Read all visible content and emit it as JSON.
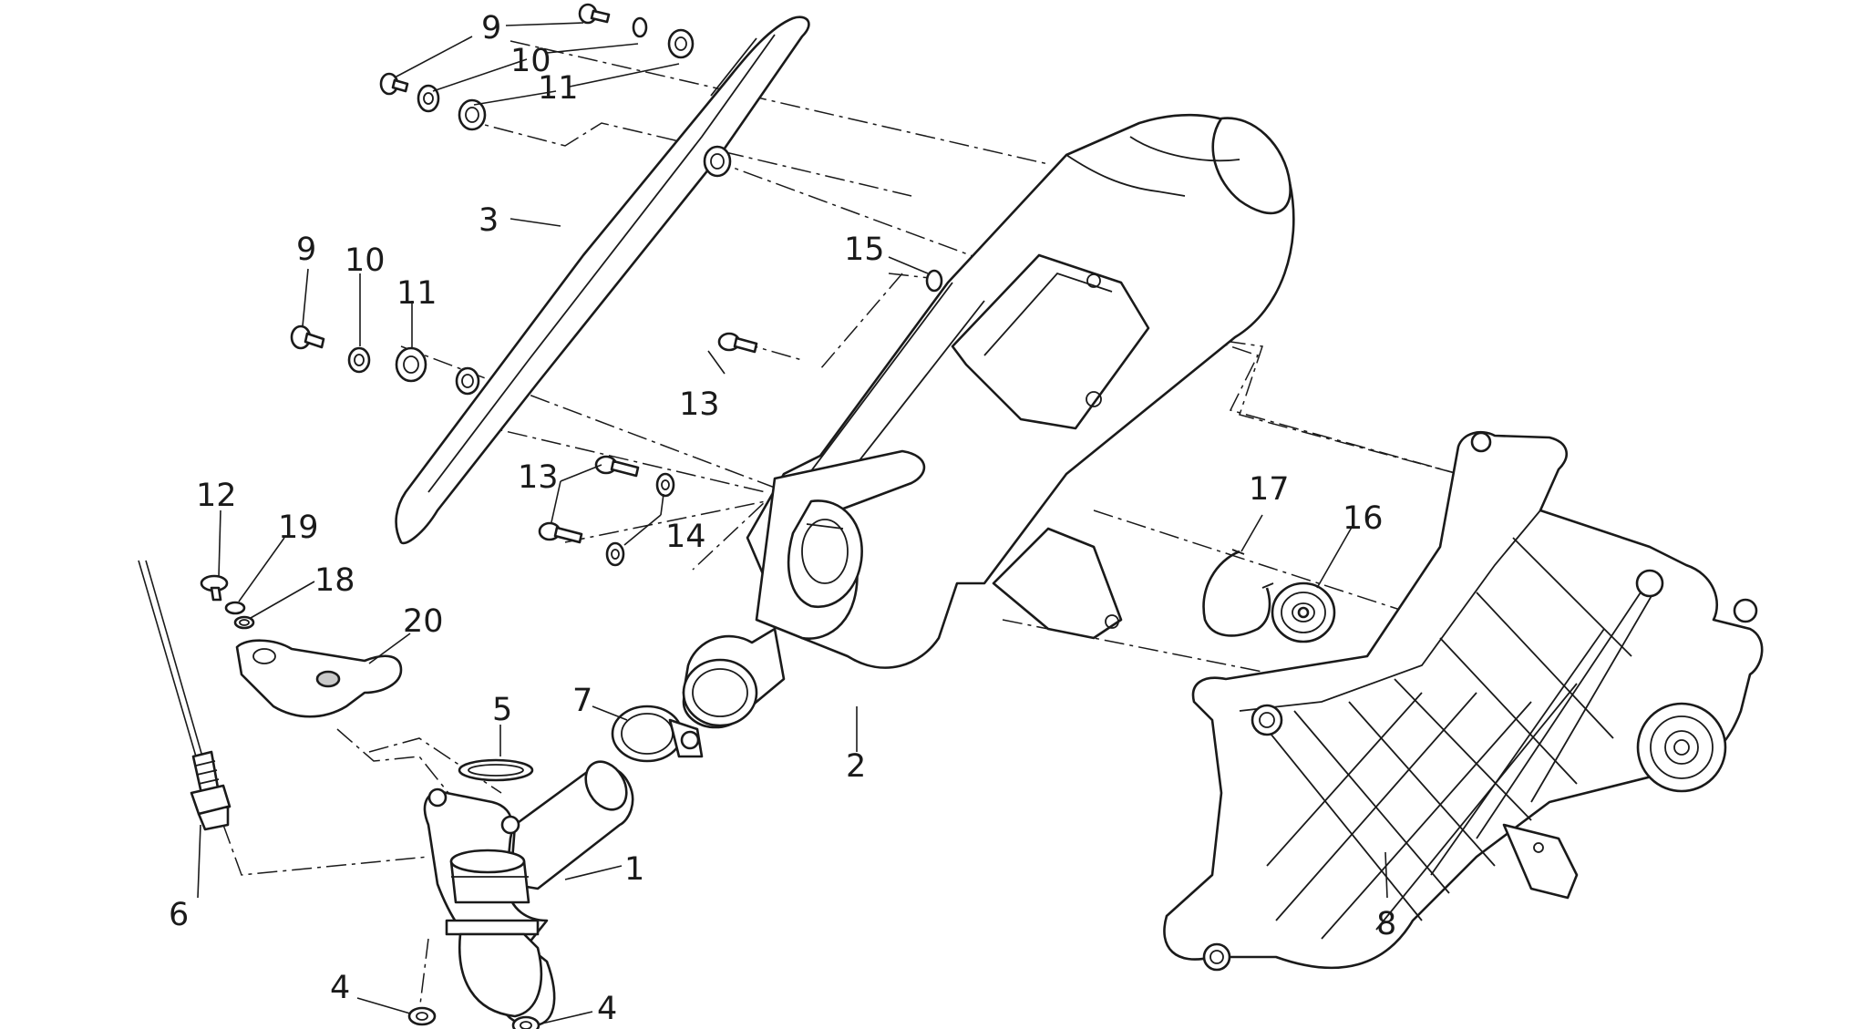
{
  "diagram": {
    "callouts": [
      {
        "id": "c9a",
        "text": "9"
      },
      {
        "id": "c10a",
        "text": "10"
      },
      {
        "id": "c11a",
        "text": "11"
      },
      {
        "id": "c3",
        "text": "3"
      },
      {
        "id": "c9b",
        "text": "9"
      },
      {
        "id": "c10b",
        "text": "10"
      },
      {
        "id": "c11b",
        "text": "11"
      },
      {
        "id": "c15",
        "text": "15"
      },
      {
        "id": "c13a",
        "text": "13"
      },
      {
        "id": "c13b",
        "text": "13"
      },
      {
        "id": "c14",
        "text": "14"
      },
      {
        "id": "c12",
        "text": "12"
      },
      {
        "id": "c19",
        "text": "19"
      },
      {
        "id": "c18",
        "text": "18"
      },
      {
        "id": "c20",
        "text": "20"
      },
      {
        "id": "c17",
        "text": "17"
      },
      {
        "id": "c16",
        "text": "16"
      },
      {
        "id": "c5",
        "text": "5"
      },
      {
        "id": "c7",
        "text": "7"
      },
      {
        "id": "c2",
        "text": "2"
      },
      {
        "id": "c1",
        "text": "1"
      },
      {
        "id": "c6",
        "text": "6"
      },
      {
        "id": "c8",
        "text": "8"
      },
      {
        "id": "c4a",
        "text": "4"
      },
      {
        "id": "c4b",
        "text": "4"
      }
    ]
  }
}
